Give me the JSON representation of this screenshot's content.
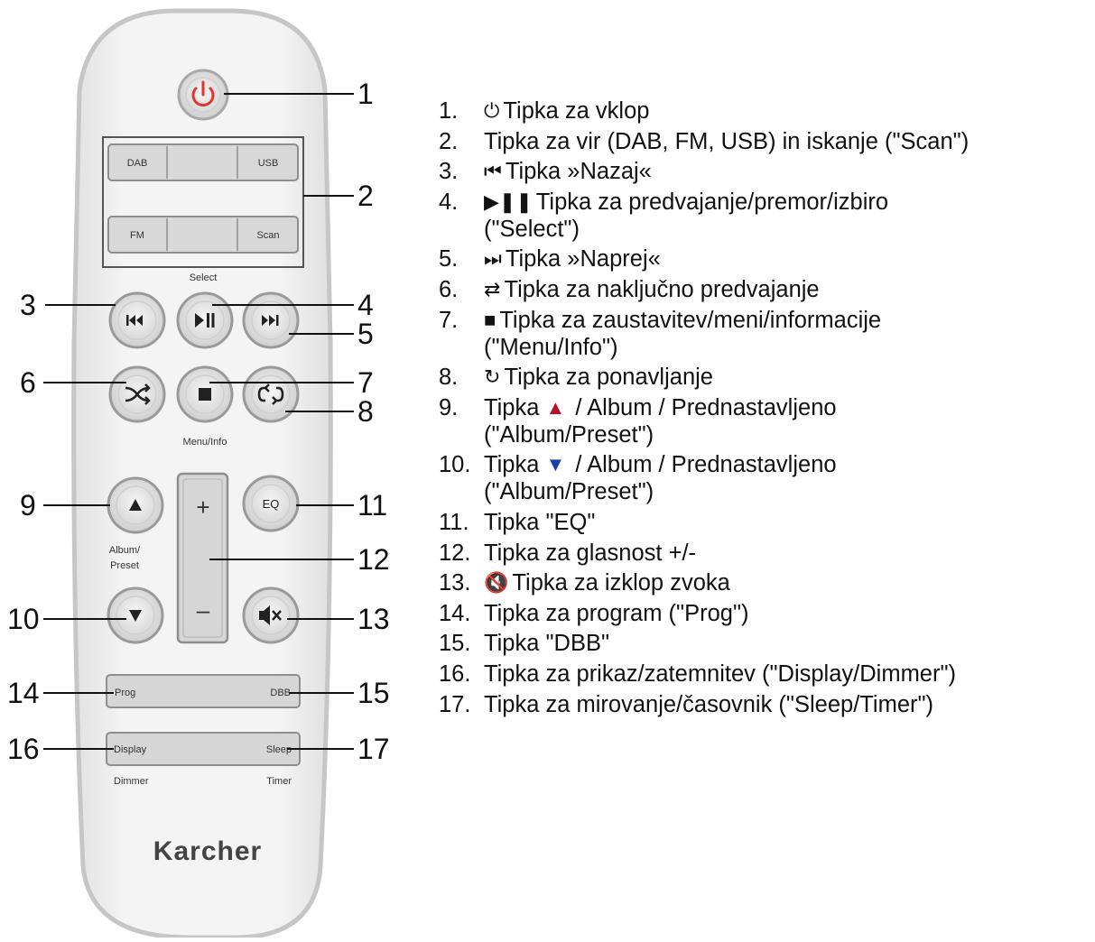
{
  "remote": {
    "brand": "Karcher",
    "buttons": {
      "dab": "DAB",
      "usb": "USB",
      "fm": "FM",
      "scan": "Scan",
      "select_caption": "Select",
      "menu_info_caption": "Menu/Info",
      "eq": "EQ",
      "vol_plus": "+",
      "vol_minus": "–",
      "album_preset_caption_1": "Album/",
      "album_preset_caption_2": "Preset",
      "prog": "Prog",
      "dbb": "DBB",
      "display": "Display",
      "sleep": "Sleep",
      "dimmer_caption": "Dimmer",
      "timer_caption": "Timer"
    },
    "callouts": [
      "1",
      "2",
      "3",
      "4",
      "5",
      "6",
      "7",
      "8",
      "9",
      "10",
      "11",
      "12",
      "13",
      "14",
      "15",
      "16",
      "17"
    ]
  },
  "legend": [
    {
      "num": "1.",
      "icon": "power-icon",
      "text": "Tipka za vklop"
    },
    {
      "num": "2.",
      "icon": "",
      "text": "Tipka za vir (DAB, FM, USB) in iskanje (\"Scan\")"
    },
    {
      "num": "3.",
      "icon": "previous-icon",
      "text": "Tipka »Nazaj«"
    },
    {
      "num": "4.",
      "icon": "play-pause-icon",
      "text": "Tipka za predvajanje/premor/izbiro",
      "text2": "(\"Select\")"
    },
    {
      "num": "5.",
      "icon": "next-icon",
      "text": "Tipka »Naprej«"
    },
    {
      "num": "6.",
      "icon": "shuffle-icon",
      "text": "Tipka za naključno predvajanje"
    },
    {
      "num": "7.",
      "icon": "stop-icon",
      "text": "Tipka za zaustavitev/meni/informacije",
      "text2": "(\"Menu/Info\")"
    },
    {
      "num": "8.",
      "icon": "repeat-icon",
      "text": "Tipka za ponavljanje"
    },
    {
      "num": "9.",
      "pre": "Tipka",
      "icon": "up-triangle-icon",
      "text": "/ Album / Prednastavljeno",
      "text2": "(\"Album/Preset\")"
    },
    {
      "num": "10.",
      "pre": "Tipka",
      "icon": "down-triangle-icon",
      "text": "/ Album / Prednastavljeno",
      "text2": "(\"Album/Preset\")"
    },
    {
      "num": "11.",
      "icon": "",
      "text": "Tipka \"EQ\""
    },
    {
      "num": "12.",
      "icon": "",
      "text": "Tipka za glasnost +/-"
    },
    {
      "num": "13.",
      "icon": "mute-icon",
      "text": "Tipka za izklop zvoka"
    },
    {
      "num": "14.",
      "icon": "",
      "text": "Tipka za program (\"Prog\")"
    },
    {
      "num": "15.",
      "icon": "",
      "text": "Tipka \"DBB\""
    },
    {
      "num": "16.",
      "icon": "",
      "text": "Tipka za prikaz/zatemnitev (\"Display/Dimmer\")"
    },
    {
      "num": "17.",
      "icon": "",
      "text": "Tipka za mirovanje/časovnik (\"Sleep/Timer\")"
    }
  ],
  "colors": {
    "power_red": "#e1352e",
    "remote_body": "#f3f3f3",
    "remote_outline": "#c9c9c9",
    "legend_up_triangle": "#b8122a",
    "legend_down_triangle": "#1a3fa8"
  }
}
